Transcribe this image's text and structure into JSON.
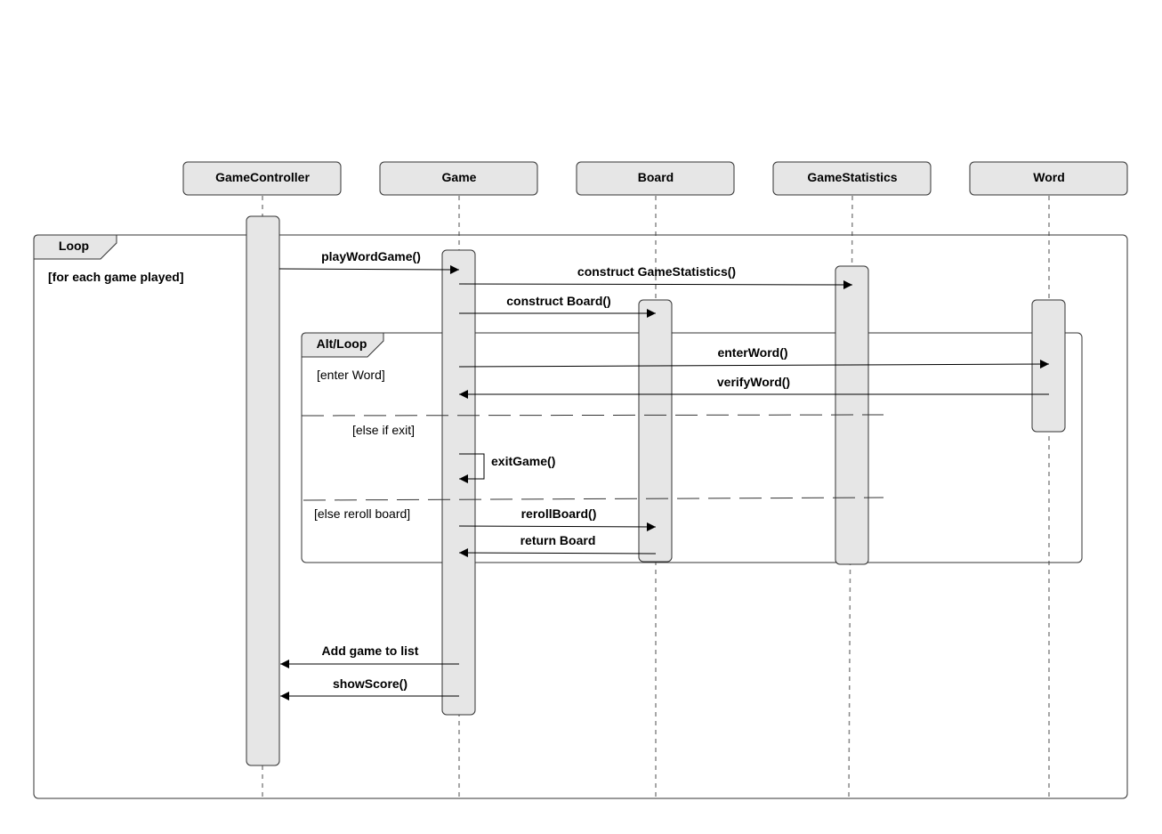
{
  "participants": [
    {
      "id": "gamecontroller",
      "label": "GameController"
    },
    {
      "id": "game",
      "label": "Game"
    },
    {
      "id": "board",
      "label": "Board"
    },
    {
      "id": "gamestatistics",
      "label": "GameStatistics"
    },
    {
      "id": "word",
      "label": "Word"
    }
  ],
  "outer_frame": {
    "tag": "Loop",
    "guard": "[for each game played]"
  },
  "inner_frame": {
    "tag": "Alt/Loop",
    "guards": [
      "[enter Word]",
      "[else if exit]",
      "[else reroll board]"
    ]
  },
  "messages": [
    {
      "label": "playWordGame()",
      "from": "GameController",
      "to": "Game"
    },
    {
      "label": "construct GameStatistics()",
      "from": "Game",
      "to": "GameStatistics"
    },
    {
      "label": "construct Board()",
      "from": "Game",
      "to": "Board"
    },
    {
      "label": "enterWord()",
      "from": "Game",
      "to": "Word"
    },
    {
      "label": "verifyWord()",
      "from": "Word",
      "to": "Game"
    },
    {
      "label": "exitGame()",
      "from": "Game",
      "to": "Game"
    },
    {
      "label": "rerollBoard()",
      "from": "Game",
      "to": "Board"
    },
    {
      "label": "return Board",
      "from": "Board",
      "to": "Game"
    },
    {
      "label": "Add game to list",
      "from": "Game",
      "to": "GameController"
    },
    {
      "label": "showScore()",
      "from": "Game",
      "to": "GameController"
    }
  ]
}
